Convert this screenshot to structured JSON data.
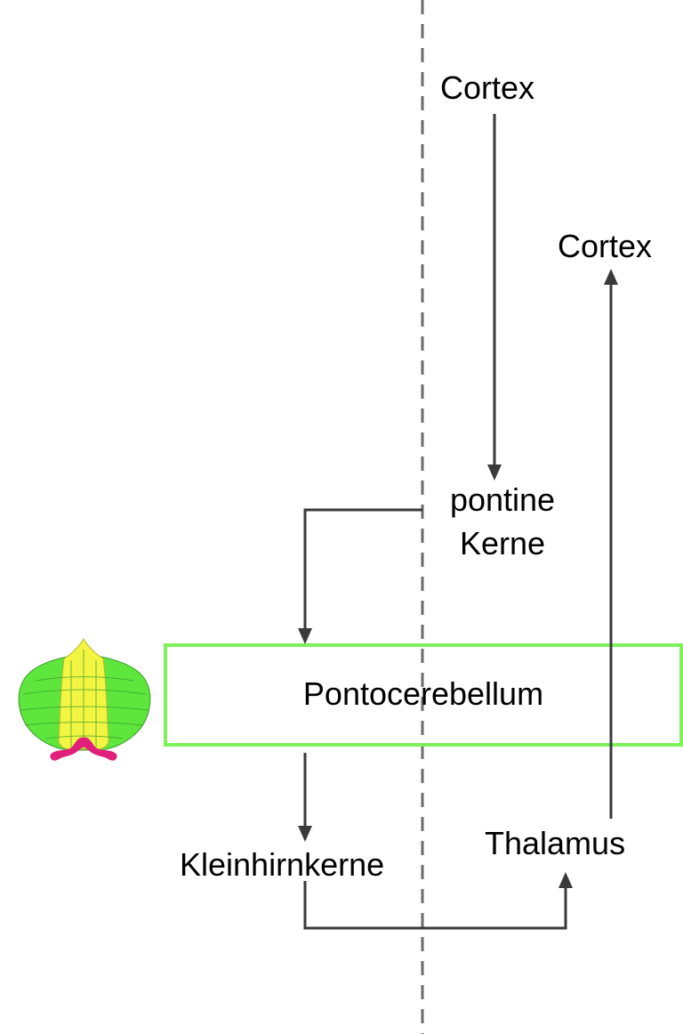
{
  "labels": {
    "cortex_top": "Cortex",
    "cortex_right": "Cortex",
    "pontine_line1": "pontine",
    "pontine_line2": "Kerne",
    "pontocerebellum": "Pontocerebellum",
    "kleinhirnkerne": "Kleinhirnkerne",
    "thalamus": "Thalamus"
  },
  "colors": {
    "arrow": "#3a3a3a",
    "midline": "#6b6b6b",
    "box_border": "#7ef05a",
    "cerebellum_hemisphere": "#5ee63c",
    "cerebellum_vermis": "#f2f542",
    "flocculus": "#e0207a",
    "text": "#000000"
  },
  "icons": {
    "cerebellum": "cerebellum-icon"
  }
}
